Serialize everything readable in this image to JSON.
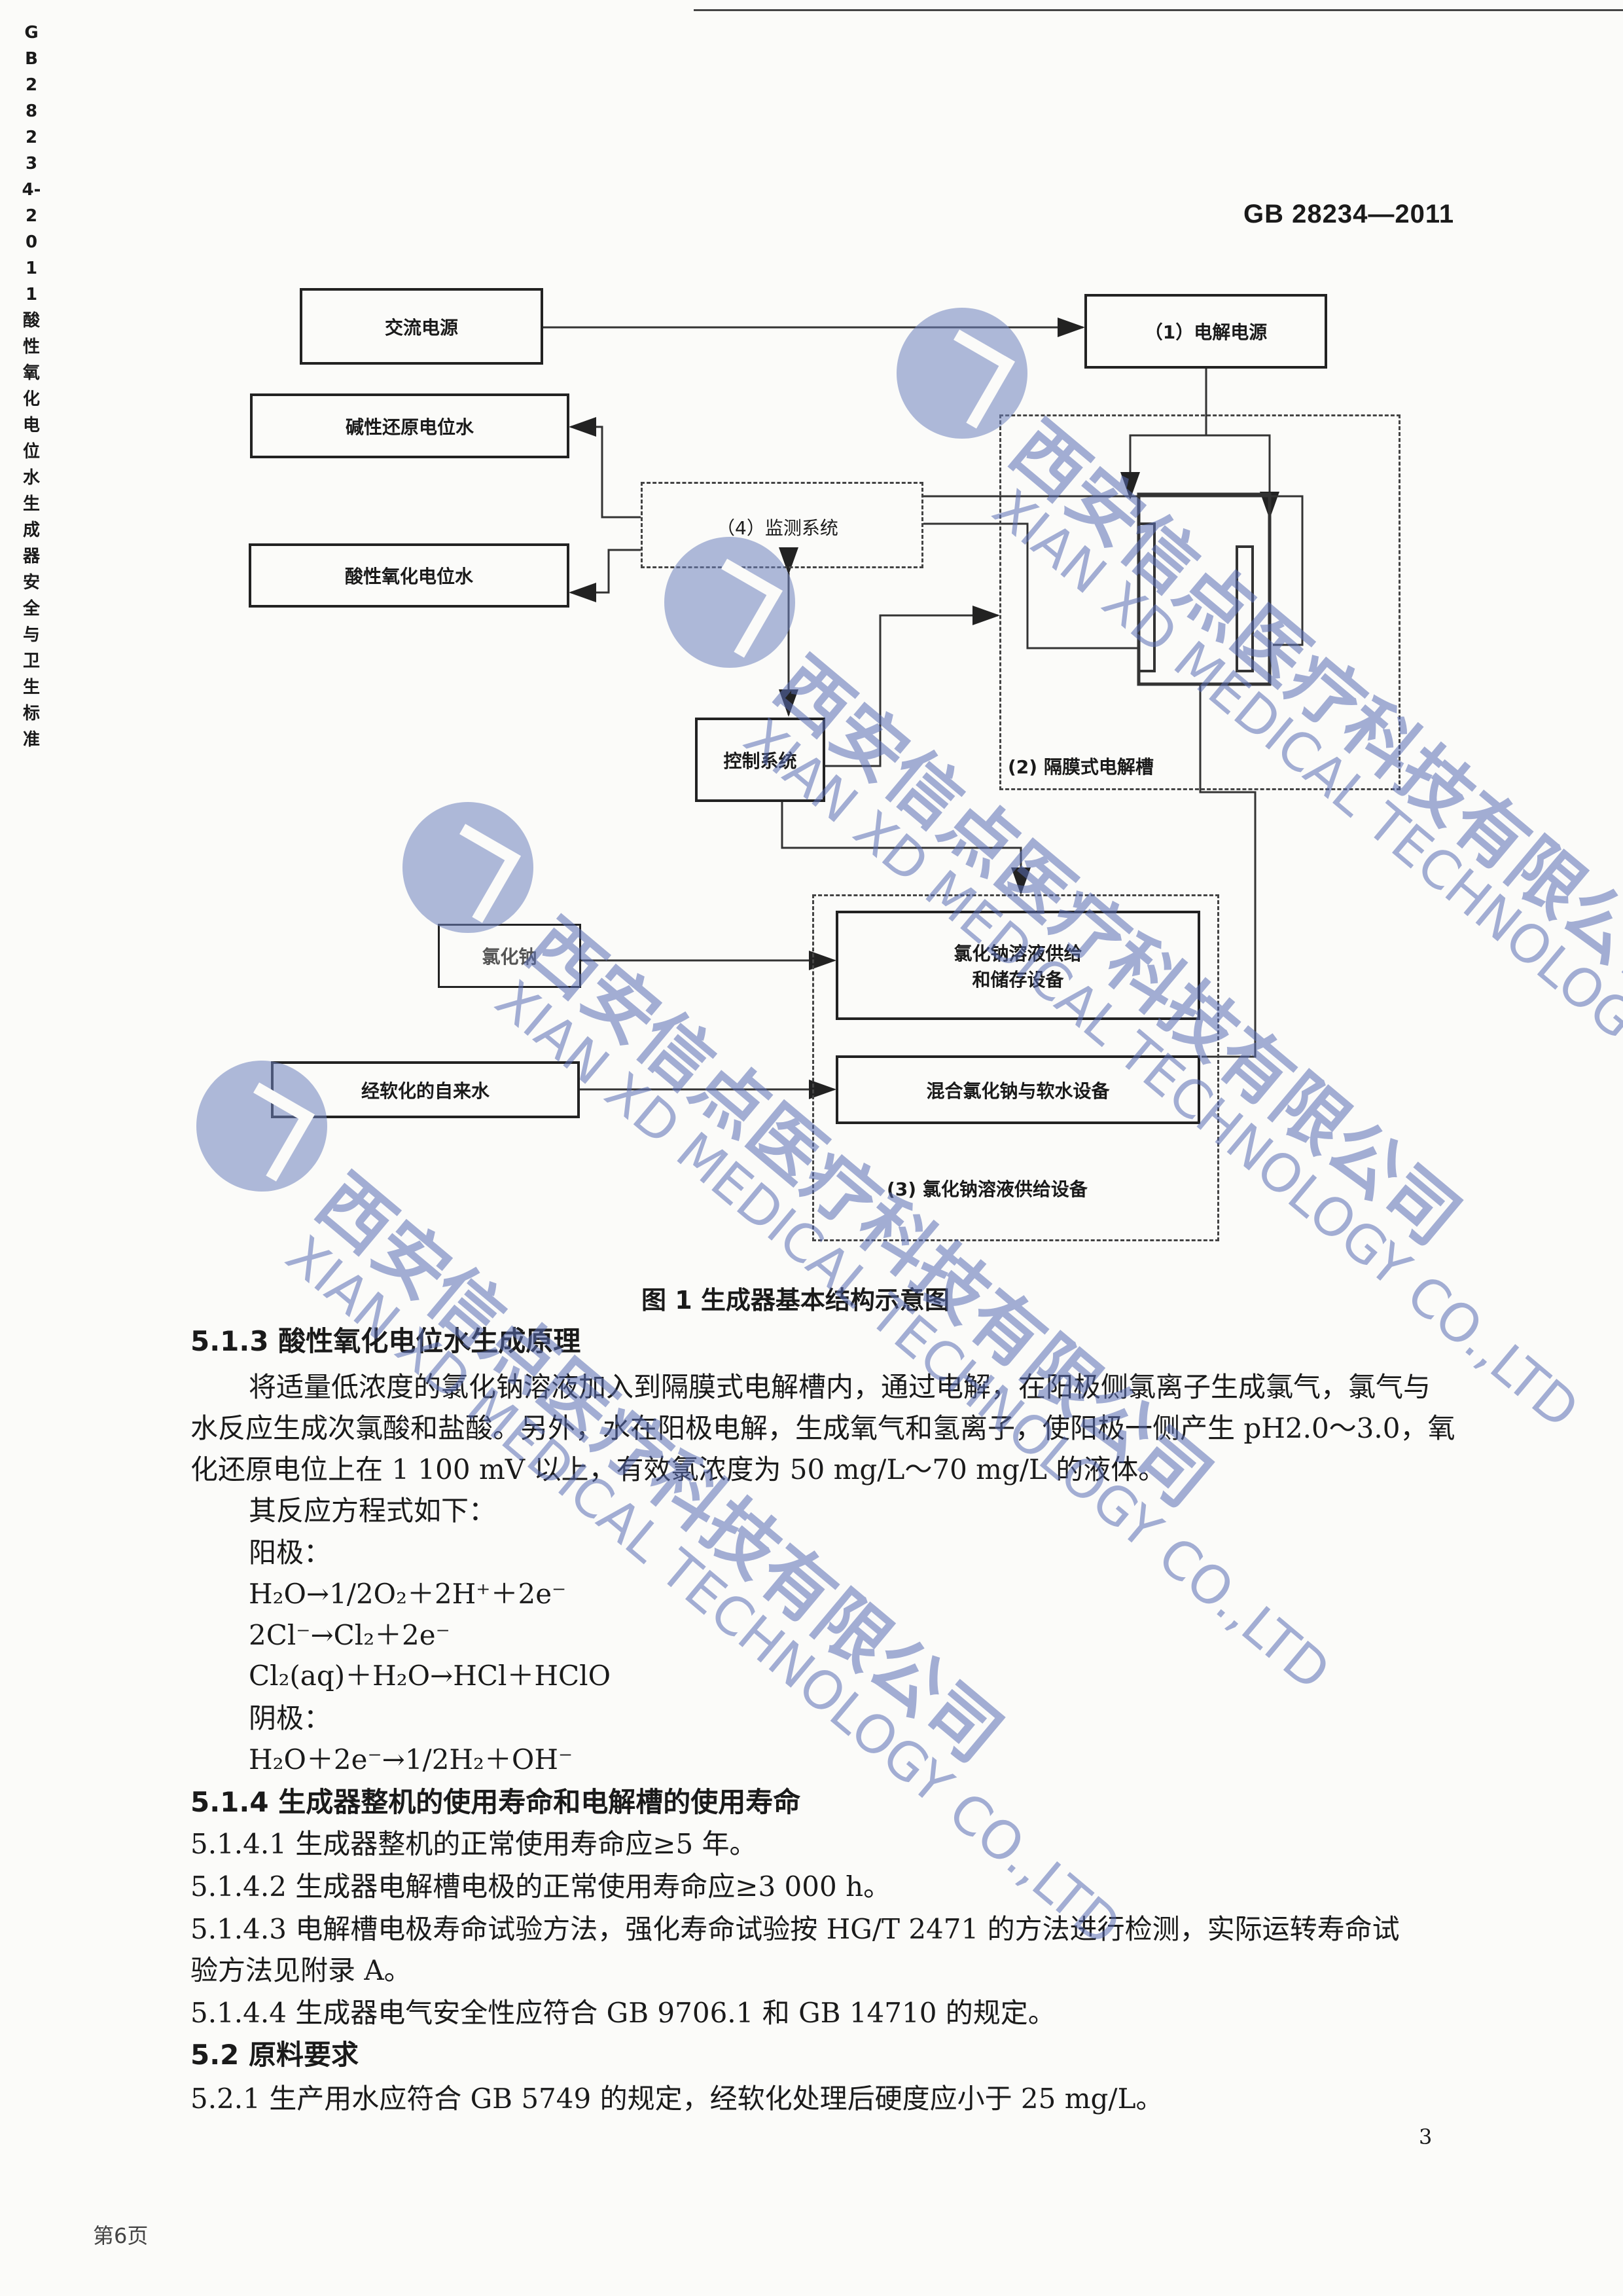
{
  "sidebar": {
    "text": "GB 28234-2011 酸性氧化电位水生成器安全与卫生标准"
  },
  "header": {
    "standard_no": "GB 28234—2011"
  },
  "figure": {
    "boxes": {
      "ac_power": "交流电源",
      "electrolysis_power": "（1）电解电源",
      "alkaline_water": "碱性还原电位水",
      "acidic_water": "酸性氧化电位水",
      "monitoring": "（4）监测系统",
      "control": "控制系统",
      "cell": "(2)  隔膜式电解槽",
      "nacl": "氯化钠",
      "nacl_supply_line1": "氯化钠溶液供给",
      "nacl_supply_line2": "和储存设备",
      "softened_water": "经软化的自来水",
      "mixing": "混合氯化钠与软水设备",
      "supply_group": "(3)  氯化钠溶液供给设备"
    },
    "caption": "图 1   生成器基本结构示意图"
  },
  "body": {
    "s513_title": "5.1.3  酸性氧化电位水生成原理",
    "p1_l1": "将适量低浓度的氯化钠溶液加入到隔膜式电解槽内，通过电解，在阳极侧氯离子生成氯气，氯气与",
    "p1_l2": "水反应生成次氯酸和盐酸。另外，水在阳极电解，生成氧气和氢离子，使阳极一侧产生 pH2.0～3.0，氧",
    "p1_l3": "化还原电位上在 1 100 mV 以上，有效氯浓度为 50 mg/L～70 mg/L 的液体。",
    "eq_intro": "其反应方程式如下：",
    "anode": "阳极：",
    "eq1": "H₂O→1/2O₂＋2H⁺＋2e⁻",
    "eq2": "2Cl⁻→Cl₂＋2e⁻",
    "eq3": "Cl₂(aq)＋H₂O→HCl＋HClO",
    "cathode": "阴极：",
    "eq4": "H₂O＋2e⁻→1/2H₂＋OH⁻",
    "s514_title": "5.1.4  生成器整机的使用寿命和电解槽的使用寿命",
    "s5141": "5.1.4.1  生成器整机的正常使用寿命应≥5 年。",
    "s5142": "5.1.4.2  生成器电解槽电极的正常使用寿命应≥3 000 h。",
    "s5143_l1": "5.1.4.3  电解槽电极寿命试验方法，强化寿命试验按 HG/T 2471 的方法进行检测，实际运转寿命试",
    "s5143_l2": "验方法见附录 A。",
    "s5144": "5.1.4.4  生成器电气安全性应符合 GB 9706.1 和 GB 14710 的规定。",
    "s52_title": "5.2  原料要求",
    "s521": "5.2.1  生产用水应符合 GB 5749 的规定，经软化处理后硬度应小于 25 mg/L。"
  },
  "footer": {
    "page_number": "3",
    "scan_page": "第6页"
  },
  "watermark": {
    "cn": "西安信点医疗科技有限公司",
    "en": "XIAN XD MEDICAL TECHNOLOGY CO.,LTD",
    "color": "#6e82be"
  }
}
